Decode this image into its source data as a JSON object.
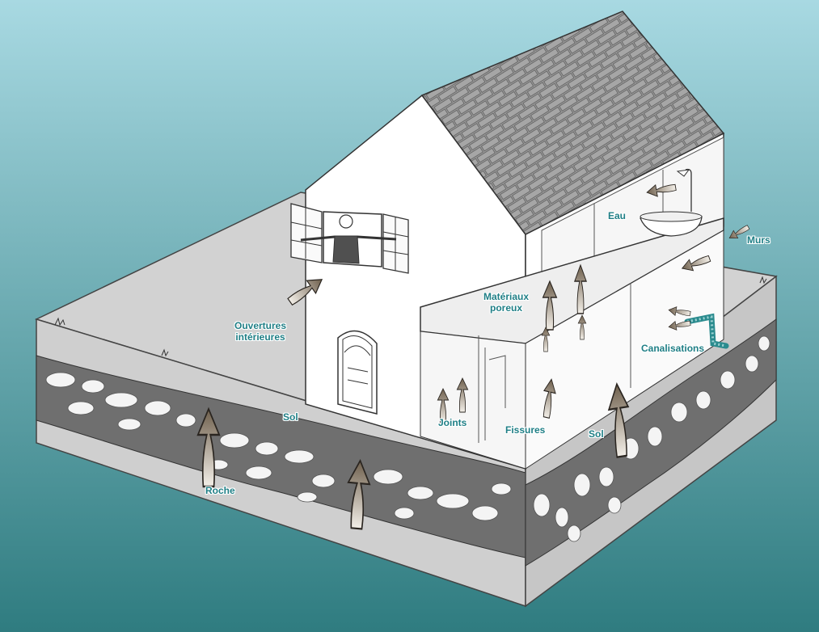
{
  "colors": {
    "background_top": "#a8d9e2",
    "background_bottom": "#2f7c80",
    "label_fill": "#1f7f86",
    "label_outline": "#ffffff",
    "arrow_fill": "#8a7a66",
    "arrow_fill_light": "#f2ede5",
    "arrow_stroke": "#2a2520",
    "rock_band": "#6f6f6f",
    "soil": "#cfcfcf",
    "roof": "#9a9a9a",
    "walls": "#ffffff"
  },
  "labels": {
    "ouvertures_line1": "Ouvertures",
    "ouvertures_line2": "intérieures",
    "materiaux_line1": "Matériaux",
    "materiaux_line2": "poreux",
    "eau": "Eau",
    "murs": "Murs",
    "canalisations": "Canalisations",
    "joints": "Joints",
    "fissures": "Fissures",
    "sol_center": "Sol",
    "sol_right": "Sol",
    "roche": "Roche"
  },
  "icons": [
    "upward-arrow-icon",
    "window-person-icon",
    "bathtub-icon",
    "shower-icon",
    "door-icon",
    "pipe-icon"
  ]
}
